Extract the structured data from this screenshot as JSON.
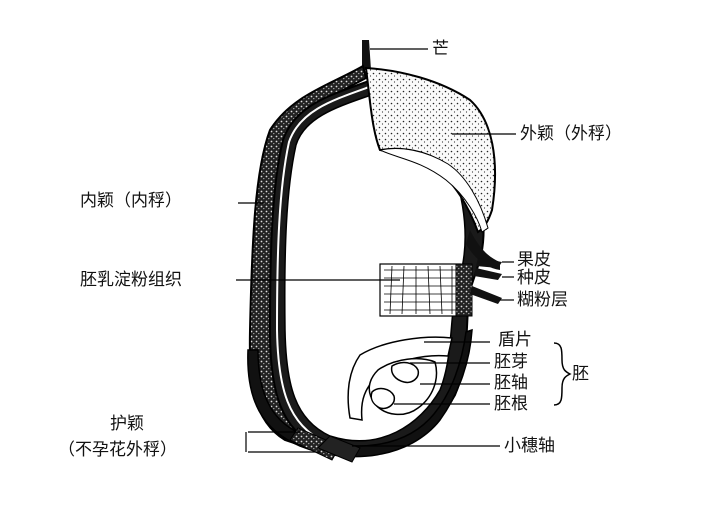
{
  "labels": {
    "awn": "芒",
    "lemma": "外颖（外稃）",
    "palea": "内颖（内稃）",
    "endosperm": "胚乳淀粉组织",
    "pericarp": "果皮",
    "seed_coat": "种皮",
    "aleurone": "糊粉层",
    "scutellum": "盾片",
    "plumule": "胚芽",
    "hypocotyl": "胚轴",
    "radicle": "胚根",
    "embryo": "胚",
    "glume_line1": "护颖",
    "glume_line2": "（不孕花外稃）",
    "rachilla": "小穗轴"
  }
}
